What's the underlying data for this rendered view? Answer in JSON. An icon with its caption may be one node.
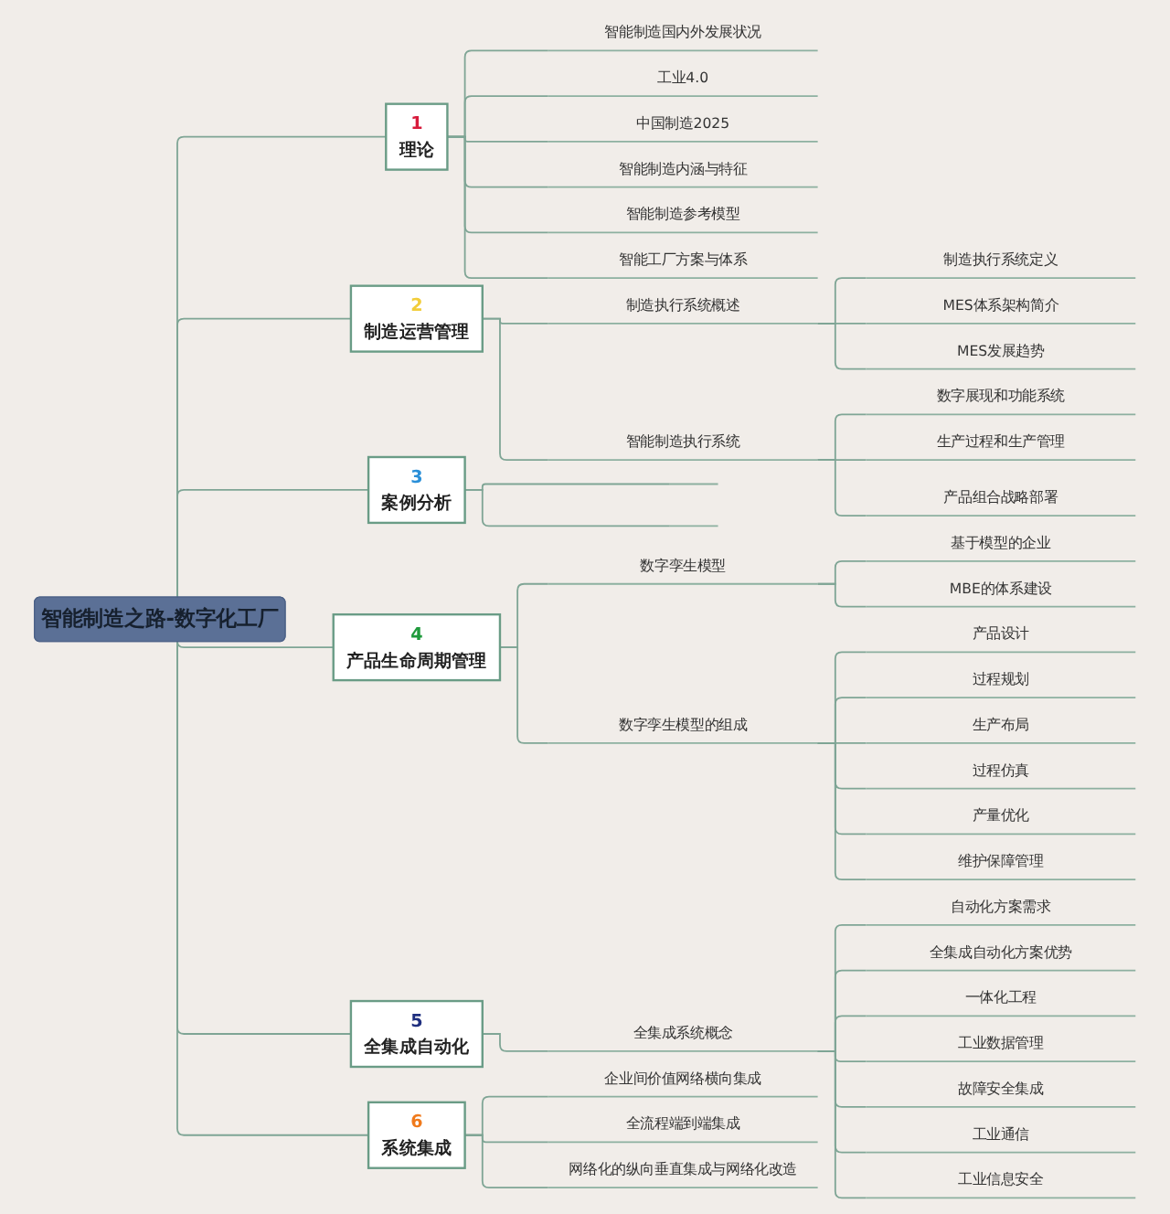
{
  "diagram": {
    "nodes": [
      {
        "text": [
          "智能制造之路-数字化工厂"
        ]
      },
      {
        "text": [
          "1",
          "理论"
        ]
      },
      {
        "text": [
          "智能制造国内外发展状况"
        ]
      },
      {
        "text": [
          "工业4.0"
        ]
      },
      {
        "text": [
          "中国制造2025"
        ]
      },
      {
        "text": [
          "智能制造内涵与特征"
        ]
      },
      {
        "text": [
          "智能制造参考模型"
        ]
      },
      {
        "text": [
          "智能工厂方案与体系"
        ]
      },
      {
        "text": [
          "2",
          "制造运营管理"
        ]
      },
      {
        "text": [
          "制造执行系统概述"
        ]
      },
      {
        "text": [
          "制造执行系统定义"
        ]
      },
      {
        "text": [
          "MES体系架构简介"
        ]
      },
      {
        "text": [
          "MES发展趋势"
        ]
      },
      {
        "text": [
          "智能制造执行系统"
        ]
      },
      {
        "text": [
          "数字展现和功能系统"
        ]
      },
      {
        "text": [
          "生产过程和生产管理"
        ]
      },
      {
        "text": [
          "产品组合战略部署"
        ]
      },
      {
        "text": [
          "3",
          "案例分析"
        ]
      },
      {
        "text": [],
        "shape": "line"
      },
      {
        "text": [],
        "shape": "line"
      },
      {
        "text": [
          "4",
          "产品生命周期管理"
        ]
      },
      {
        "text": [
          "数字孪生模型"
        ]
      },
      {
        "text": [
          "基于模型的企业"
        ]
      },
      {
        "text": [
          "MBE的体系建设"
        ]
      },
      {
        "text": [
          "数字孪生模型的组成"
        ]
      },
      {
        "text": [
          "产品设计"
        ]
      },
      {
        "text": [
          "过程规划"
        ]
      },
      {
        "text": [
          "生产布局"
        ]
      },
      {
        "text": [
          "过程仿真"
        ]
      },
      {
        "text": [
          "产量优化"
        ]
      },
      {
        "text": [
          "维护保障管理"
        ]
      },
      {
        "text": [
          "5",
          "全集成自动化"
        ]
      },
      {
        "text": [
          "全集成系统概念"
        ]
      },
      {
        "text": [
          "自动化方案需求"
        ]
      },
      {
        "text": [
          "全集成自动化方案优势"
        ]
      },
      {
        "text": [
          "一体化工程"
        ]
      },
      {
        "text": [
          "工业数据管理"
        ]
      },
      {
        "text": [
          "故障安全集成"
        ]
      },
      {
        "text": [
          "工业通信"
        ]
      },
      {
        "text": [
          "工业信息安全"
        ]
      },
      {
        "text": [
          "6",
          "系统集成"
        ]
      },
      {
        "text": [
          "企业间价值网络横向集成"
        ]
      },
      {
        "text": [
          "全流程端到端集成"
        ]
      },
      {
        "text": [
          "网络化的纵向垂直集成与网络化改造"
        ]
      }
    ],
    "edges": [
      {
        "from": 0,
        "to": 1,
        "arrow": "none"
      },
      {
        "from": 1,
        "to": 2,
        "arrow": "none"
      },
      {
        "from": 1,
        "to": 3,
        "arrow": "none"
      },
      {
        "from": 1,
        "to": 4,
        "arrow": "none"
      },
      {
        "from": 1,
        "to": 5,
        "arrow": "none"
      },
      {
        "from": 1,
        "to": 6,
        "arrow": "none"
      },
      {
        "from": 1,
        "to": 7,
        "arrow": "none"
      },
      {
        "from": 0,
        "to": 8,
        "arrow": "none"
      },
      {
        "from": 8,
        "to": 9,
        "arrow": "none"
      },
      {
        "from": 9,
        "to": 10,
        "arrow": "none"
      },
      {
        "from": 9,
        "to": 11,
        "arrow": "none"
      },
      {
        "from": 9,
        "to": 12,
        "arrow": "none"
      },
      {
        "from": 8,
        "to": 13,
        "arrow": "none"
      },
      {
        "from": 13,
        "to": 14,
        "arrow": "none"
      },
      {
        "from": 13,
        "to": 15,
        "arrow": "none"
      },
      {
        "from": 13,
        "to": 16,
        "arrow": "none"
      },
      {
        "from": 0,
        "to": 17,
        "arrow": "none"
      },
      {
        "from": 17,
        "to": 18,
        "arrow": "none"
      },
      {
        "from": 17,
        "to": 19,
        "arrow": "none"
      },
      {
        "from": 0,
        "to": 20,
        "arrow": "none"
      },
      {
        "from": 20,
        "to": 21,
        "arrow": "none"
      },
      {
        "from": 21,
        "to": 22,
        "arrow": "none"
      },
      {
        "from": 21,
        "to": 23,
        "arrow": "none"
      },
      {
        "from": 20,
        "to": 24,
        "arrow": "none"
      },
      {
        "from": 24,
        "to": 25,
        "arrow": "none"
      },
      {
        "from": 24,
        "to": 26,
        "arrow": "none"
      },
      {
        "from": 24,
        "to": 27,
        "arrow": "none"
      },
      {
        "from": 24,
        "to": 28,
        "arrow": "none"
      },
      {
        "from": 24,
        "to": 29,
        "arrow": "none"
      },
      {
        "from": 24,
        "to": 30,
        "arrow": "none"
      },
      {
        "from": 0,
        "to": 31,
        "arrow": "none"
      },
      {
        "from": 31,
        "to": 32,
        "arrow": "none"
      },
      {
        "from": 32,
        "to": 33,
        "arrow": "none"
      },
      {
        "from": 32,
        "to": 34,
        "arrow": "none"
      },
      {
        "from": 32,
        "to": 35,
        "arrow": "none"
      },
      {
        "from": 32,
        "to": 36,
        "arrow": "none"
      },
      {
        "from": 32,
        "to": 37,
        "arrow": "none"
      },
      {
        "from": 32,
        "to": 38,
        "arrow": "none"
      },
      {
        "from": 32,
        "to": 39,
        "arrow": "none"
      },
      {
        "from": 0,
        "to": 40,
        "arrow": "none"
      },
      {
        "from": 40,
        "to": 41,
        "arrow": "none"
      },
      {
        "from": 40,
        "to": 42,
        "arrow": "none"
      },
      {
        "from": 40,
        "to": 43,
        "arrow": "none"
      }
    ]
  }
}
